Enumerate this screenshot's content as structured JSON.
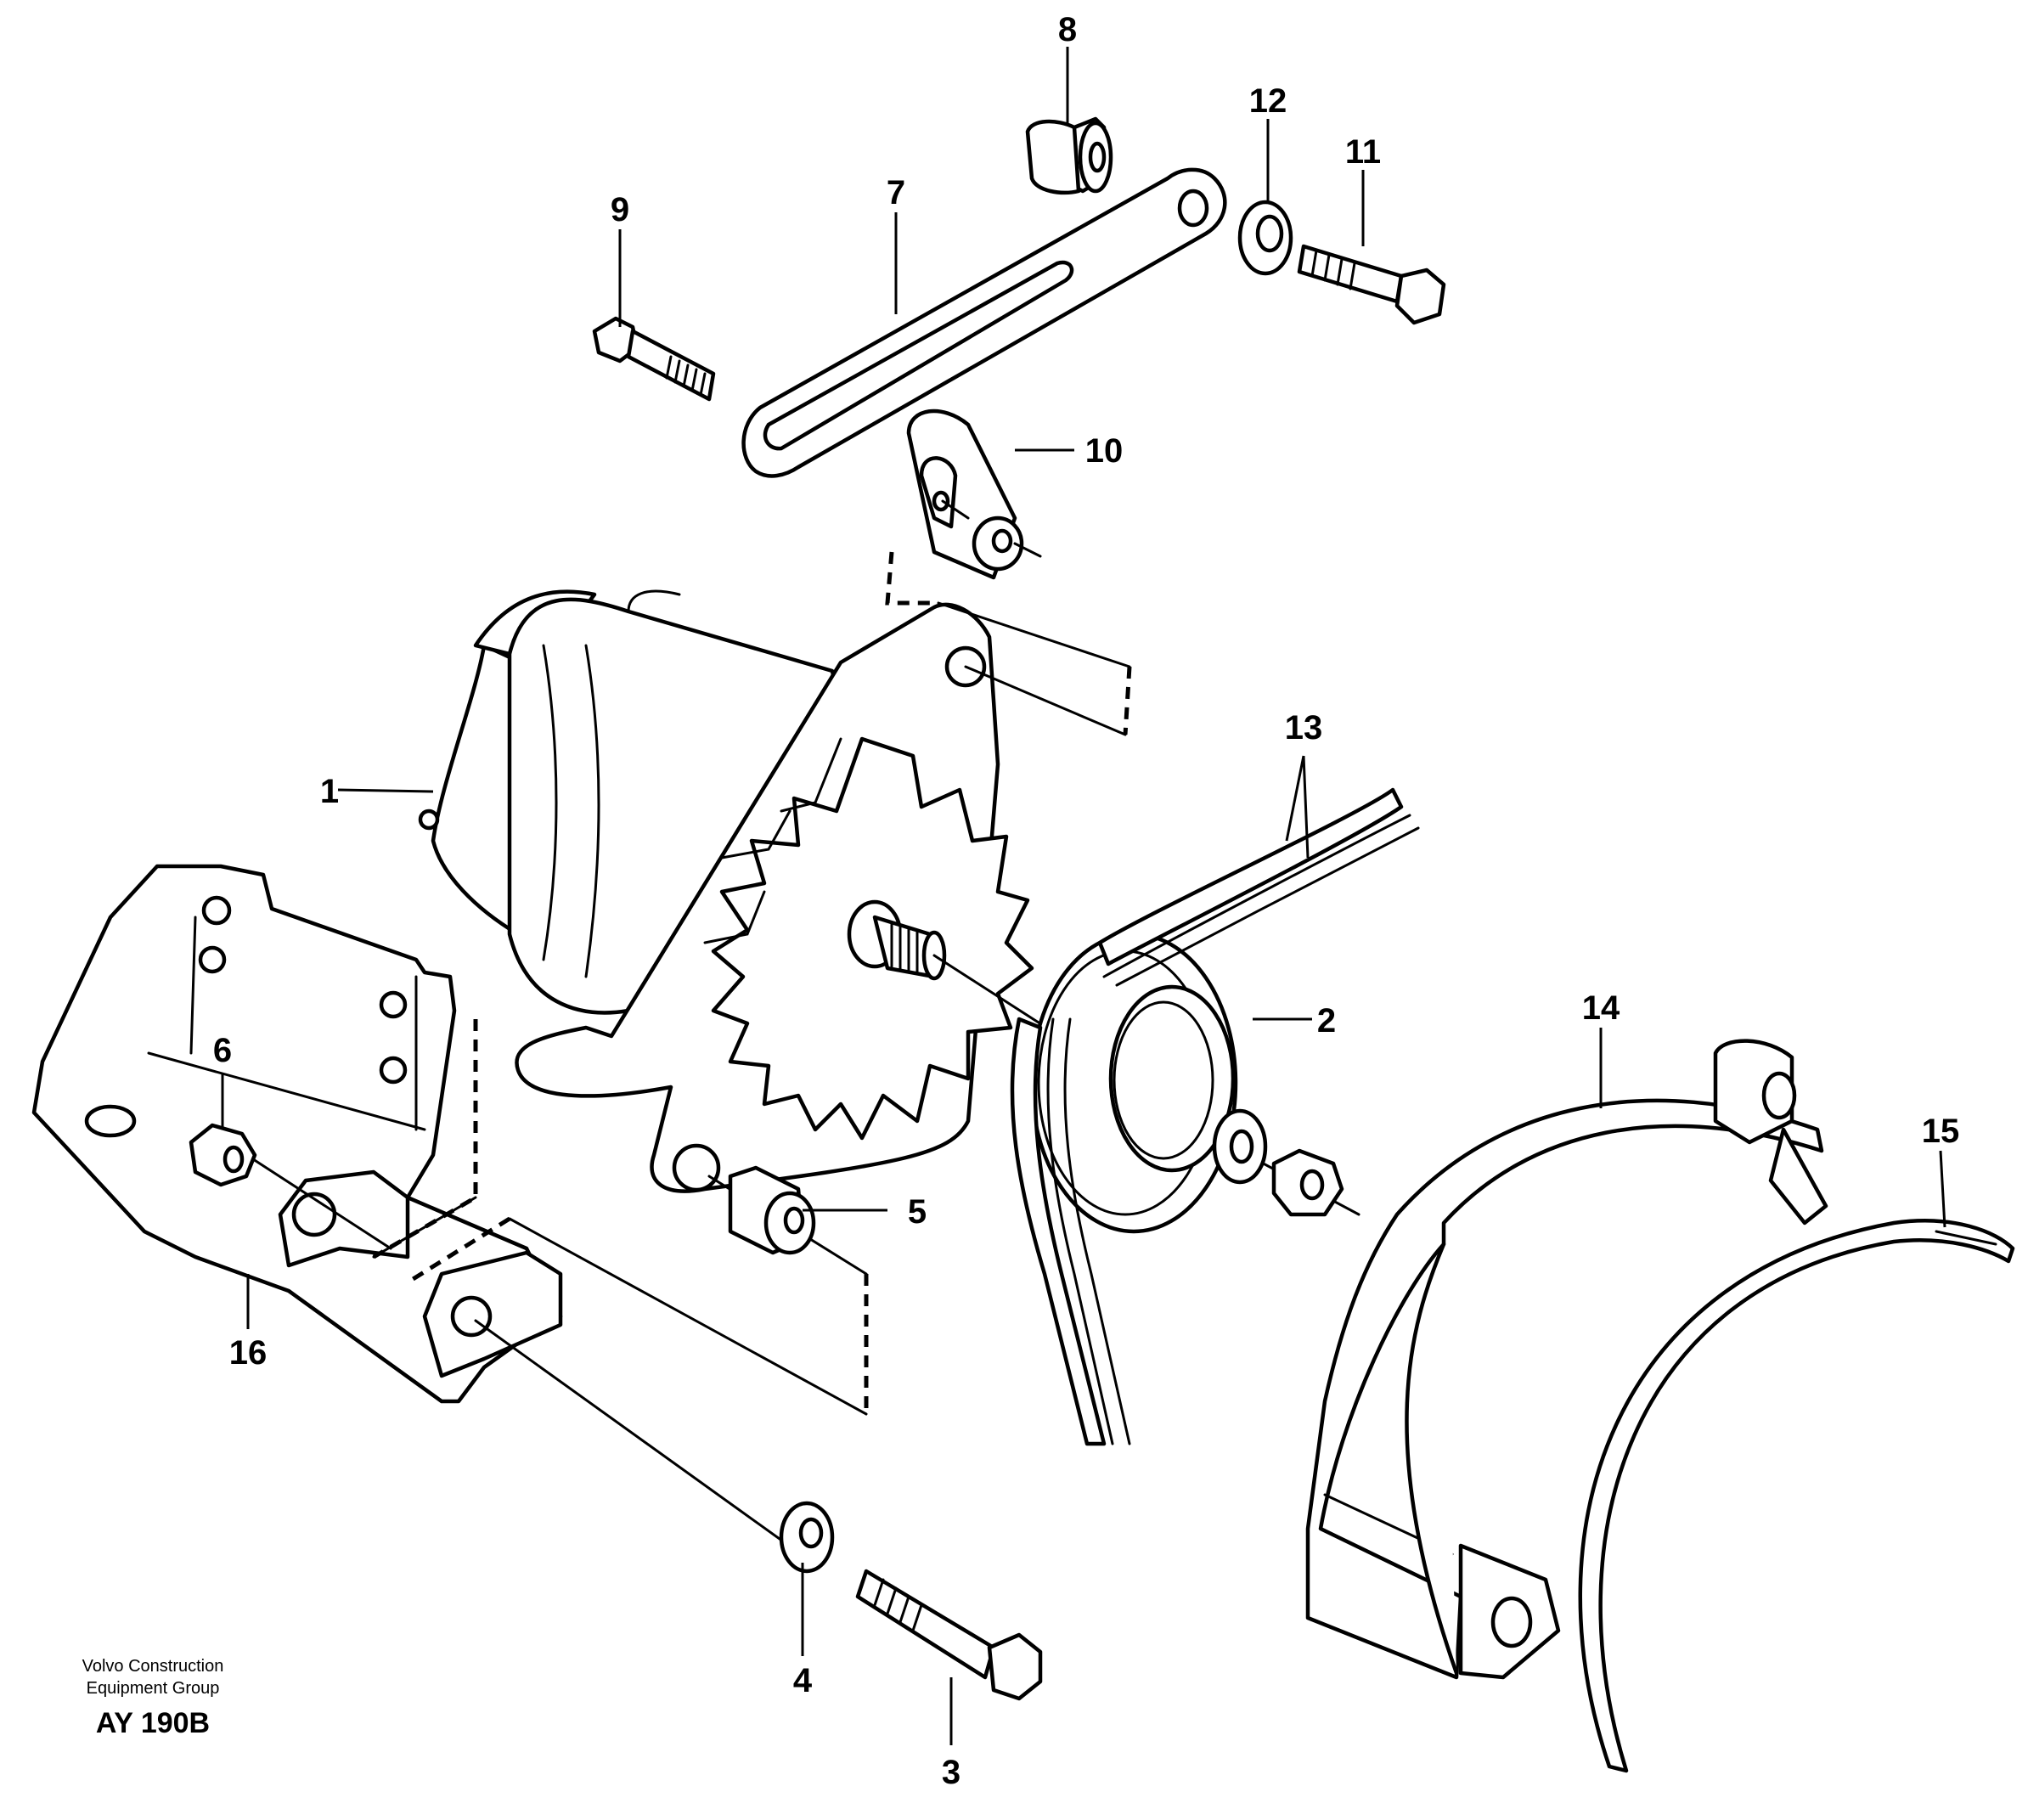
{
  "diagram": {
    "callouts": {
      "c1": "1",
      "c2": "2",
      "c3": "3",
      "c4": "4",
      "c5": "5",
      "c6": "6",
      "c7": "7",
      "c8": "8",
      "c9": "9",
      "c10": "10",
      "c11": "11",
      "c12": "12",
      "c13": "13",
      "c14": "14",
      "c15": "15",
      "c16": "16"
    },
    "footer": {
      "line1": "Volvo Construction",
      "line2": "Equipment Group",
      "code": "AY 190B"
    }
  }
}
